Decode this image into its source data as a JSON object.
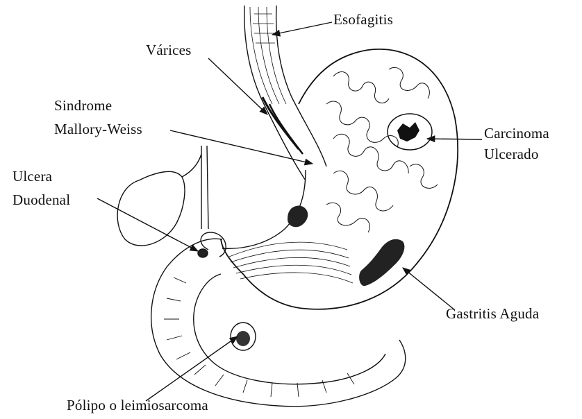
{
  "labels": {
    "esofagitis": "Esofagitis",
    "varices": "Várices",
    "mallory_line1": "Sindrome",
    "mallory_line2": "Mallory-Weiss",
    "ulcera_line1": "Ulcera",
    "ulcera_line2": "Duodenal",
    "carcinoma_line1": "Carcinoma",
    "carcinoma_line2": "Ulcerado",
    "gastritis": "Gastritis Aguda",
    "polipo": "Pólipo o leimiosarcoma"
  },
  "colors": {
    "ink": "#111111",
    "background": "#ffffff"
  }
}
